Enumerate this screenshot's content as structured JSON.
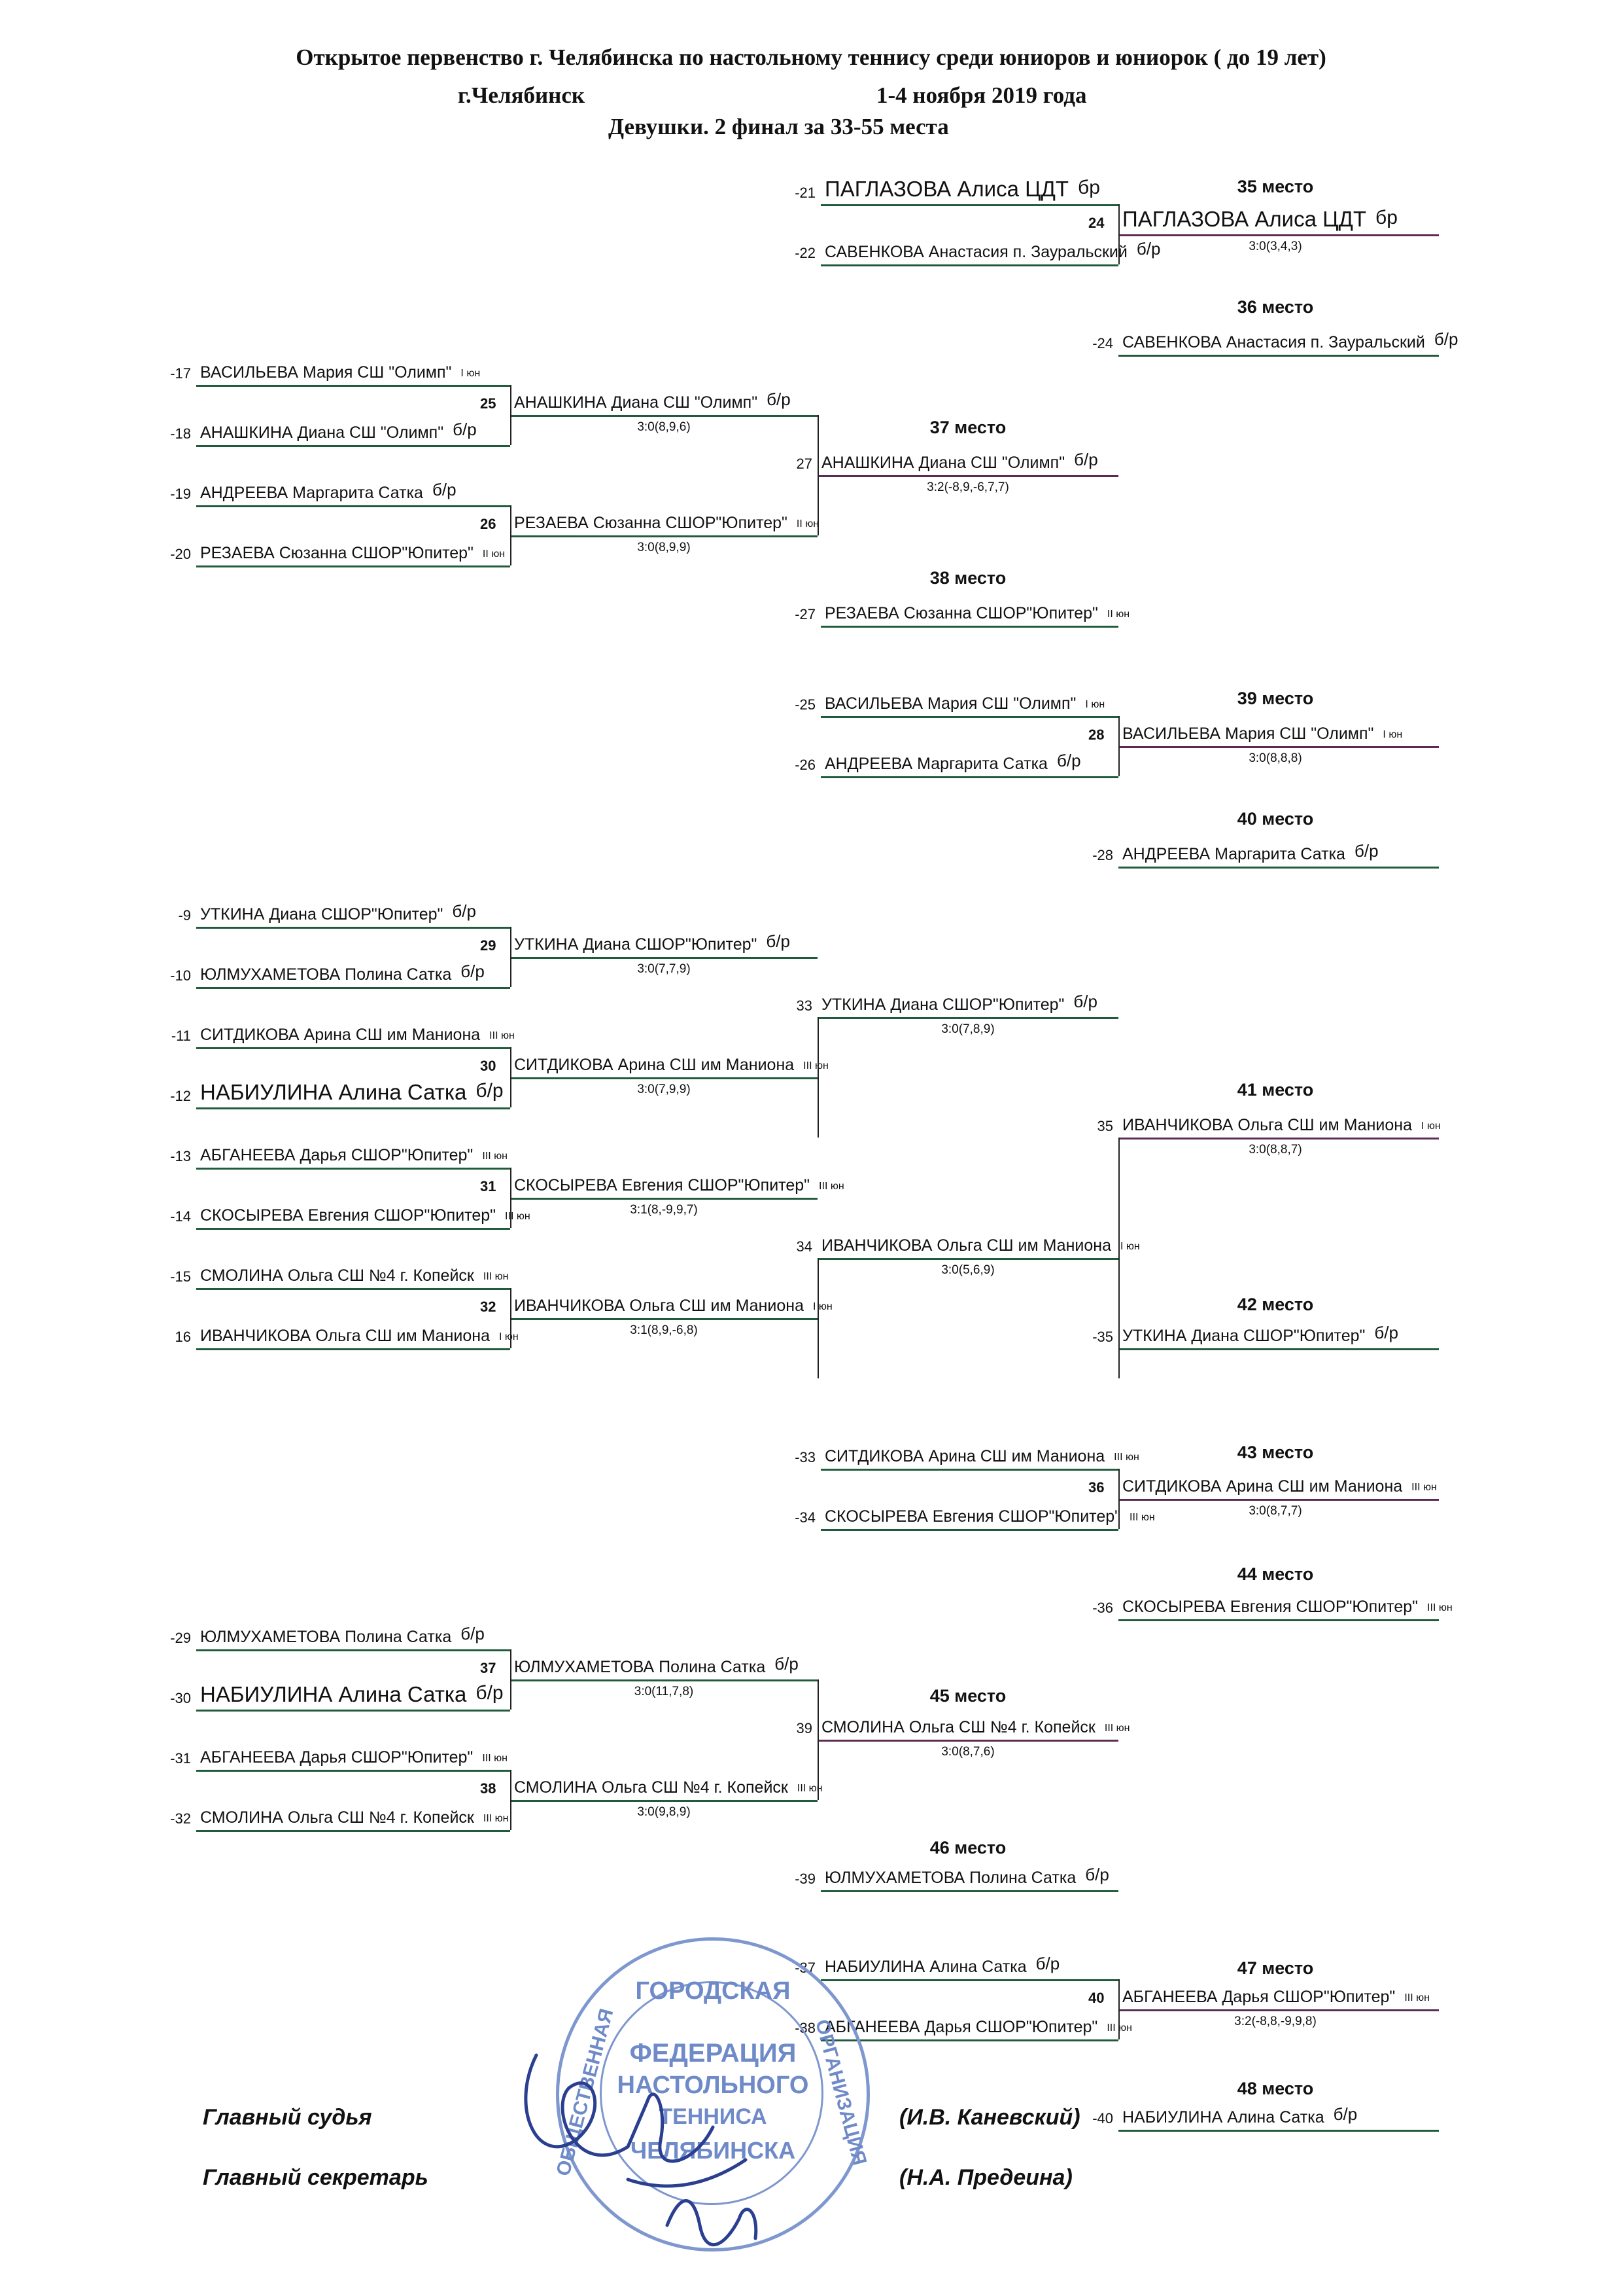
{
  "header": {
    "line1": "Открытое первенство г. Челябинска по настольному теннису среди юниоров и юниорок ( до 19 лет)",
    "city": "г.Челябинск",
    "dates": "1-4 ноября  2019 года",
    "line3": "Девушки. 2 финал за 33-55 места"
  },
  "slots": [
    {
      "seed": "-21",
      "name": "ПАГЛАЗОВА Алиса  ЦДТ",
      "cat": "бр",
      "big": true,
      "color": "#1f5b3c"
    },
    {
      "seed": "-22",
      "name": "САВЕНКОВА Анастасия  п. Зауральский",
      "cat": "б/р",
      "color": "#1f5b3c"
    },
    {
      "seed": "24",
      "name": "ПАГЛАЗОВА Алиса  ЦДТ",
      "cat": "бр",
      "big": true,
      "color": "#5b2a55"
    },
    {
      "seed": "-24",
      "name": "САВЕНКОВА Анастасия  п. Зауральский",
      "cat": "б/р",
      "color": "#1f5b3c"
    },
    {
      "seed": "-17",
      "name": "ВАСИЛЬЕВА Мария  СШ \"Олимп\"",
      "cat": "I юн",
      "color": "#1f5b3c"
    },
    {
      "seed": "25",
      "name": "АНАШКИНА Диана  СШ \"Олимп\"",
      "cat": "б/р",
      "color": "#1f5b3c"
    },
    {
      "seed": "-18",
      "name": "АНАШКИНА Диана  СШ \"Олимп\"",
      "cat": "б/р",
      "color": "#1f5b3c"
    },
    {
      "seed": "27",
      "name": "АНАШКИНА Диана  СШ \"Олимп\"",
      "cat": "б/р",
      "color": "#5b2a55"
    },
    {
      "seed": "-19",
      "name": "АНДРЕЕВА Маргарита  Сатка",
      "cat": "б/р",
      "color": "#1f5b3c"
    },
    {
      "seed": "26",
      "name": "РЕЗАЕВА Сюзанна  СШОР\"Юпитер\"",
      "cat": "II юн",
      "color": "#1f5b3c"
    },
    {
      "seed": "-20",
      "name": "РЕЗАЕВА Сюзанна  СШОР\"Юпитер\"",
      "cat": "II юн",
      "color": "#1f5b3c"
    },
    {
      "seed": "-27",
      "name": "РЕЗАЕВА Сюзанна  СШОР\"Юпитер\"",
      "cat": "II юн",
      "color": "#1f5b3c"
    },
    {
      "seed": "-25",
      "name": "ВАСИЛЬЕВА Мария  СШ \"Олимп\"",
      "cat": "I юн",
      "color": "#1f5b3c"
    },
    {
      "seed": "28",
      "name": "ВАСИЛЬЕВА Мария  СШ \"Олимп\"",
      "cat": "I юн",
      "color": "#5b2a55"
    },
    {
      "seed": "-26",
      "name": "АНДРЕЕВА Маргарита  Сатка",
      "cat": "б/р",
      "color": "#1f5b3c"
    },
    {
      "seed": "-28",
      "name": "АНДРЕЕВА Маргарита  Сатка",
      "cat": "б/р",
      "color": "#1f5b3c"
    },
    {
      "seed": "-9",
      "name": "УТКИНА Диана  СШОР\"Юпитер\"",
      "cat": "б/р",
      "color": "#1f5b3c"
    },
    {
      "seed": "29",
      "name": "УТКИНА Диана  СШОР\"Юпитер\"",
      "cat": "б/р",
      "color": "#1f5b3c"
    },
    {
      "seed": "-10",
      "name": "ЮЛМУХАМЕТОВА Полина  Сатка",
      "cat": "б/р",
      "color": "#1f5b3c"
    },
    {
      "seed": "33",
      "name": "УТКИНА Диана  СШОР\"Юпитер\"",
      "cat": "б/р",
      "color": "#1f5b3c"
    },
    {
      "seed": "-11",
      "name": "СИТДИКОВА Арина  СШ им Маниона",
      "cat": "III юн",
      "color": "#1f5b3c"
    },
    {
      "seed": "30",
      "name": "СИТДИКОВА Арина  СШ им Маниона",
      "cat": "III юн",
      "color": "#1f5b3c"
    },
    {
      "seed": "-12",
      "name": "НАБИУЛИНА Алина  Сатка",
      "cat": "б/р",
      "big": true,
      "color": "#1f5b3c"
    },
    {
      "seed": "35",
      "name": "ИВАНЧИКОВА Ольга  СШ им Маниона",
      "cat": "I юн",
      "color": "#5b2a55"
    },
    {
      "seed": "-13",
      "name": "АБГАНЕЕВА Дарья  СШОР\"Юпитер\"",
      "cat": "III юн",
      "color": "#1f5b3c"
    },
    {
      "seed": "31",
      "name": "СКОСЫРЕВА Евгения  СШОР\"Юпитер\"",
      "cat": "III юн",
      "color": "#1f5b3c"
    },
    {
      "seed": "-14",
      "name": "СКОСЫРЕВА Евгения  СШОР\"Юпитер\"",
      "cat": "III юн",
      "color": "#1f5b3c"
    },
    {
      "seed": "34",
      "name": "ИВАНЧИКОВА Ольга  СШ им Маниона",
      "cat": "I юн",
      "color": "#1f5b3c"
    },
    {
      "seed": "-15",
      "name": "СМОЛИНА Ольга  СШ №4 г. Копейск",
      "cat": "III юн",
      "color": "#1f5b3c"
    },
    {
      "seed": "32",
      "name": "ИВАНЧИКОВА Ольга  СШ им Маниона",
      "cat": "I юн",
      "color": "#1f5b3c"
    },
    {
      "seed": "16",
      "name": "ИВАНЧИКОВА Ольга  СШ им Маниона",
      "cat": "I юн",
      "color": "#1f5b3c"
    },
    {
      "seed": "-35",
      "name": "УТКИНА Диана  СШОР\"Юпитер\"",
      "cat": "б/р",
      "color": "#1f5b3c"
    },
    {
      "seed": "-33",
      "name": "СИТДИКОВА Арина  СШ им Маниона",
      "cat": "III юн",
      "color": "#1f5b3c"
    },
    {
      "seed": "36",
      "name": "СИТДИКОВА Арина  СШ им Маниона",
      "cat": "III юн",
      "color": "#5b2a55"
    },
    {
      "seed": "-34",
      "name": "СКОСЫРЕВА Евгения  СШОР\"Юпитер\"",
      "cat": "III юн",
      "color": "#1f5b3c"
    },
    {
      "seed": "-36",
      "name": "СКОСЫРЕВА Евгения  СШОР\"Юпитер\"",
      "cat": "III юн",
      "color": "#1f5b3c"
    },
    {
      "seed": "-29",
      "name": "ЮЛМУХАМЕТОВА Полина  Сатка",
      "cat": "б/р",
      "color": "#1f5b3c"
    },
    {
      "seed": "37",
      "name": "ЮЛМУХАМЕТОВА Полина  Сатка",
      "cat": "б/р",
      "color": "#1f5b3c"
    },
    {
      "seed": "-30",
      "name": "НАБИУЛИНА Алина  Сатка",
      "cat": "б/р",
      "big": true,
      "color": "#1f5b3c"
    },
    {
      "seed": "39",
      "name": "СМОЛИНА Ольга  СШ №4 г. Копейск",
      "cat": "III юн",
      "color": "#5b2a55"
    },
    {
      "seed": "-31",
      "name": "АБГАНЕЕВА Дарья  СШОР\"Юпитер\"",
      "cat": "III юн",
      "color": "#1f5b3c"
    },
    {
      "seed": "38",
      "name": "СМОЛИНА Ольга  СШ №4 г. Копейск",
      "cat": "III юн",
      "color": "#1f5b3c"
    },
    {
      "seed": "-32",
      "name": "СМОЛИНА Ольга  СШ №4 г. Копейск",
      "cat": "III юн",
      "color": "#1f5b3c"
    },
    {
      "seed": "-39",
      "name": "ЮЛМУХАМЕТОВА Полина  Сатка",
      "cat": "б/р",
      "color": "#1f5b3c"
    },
    {
      "seed": "-37",
      "name": "НАБИУЛИНА Алина  Сатка",
      "cat": "б/р",
      "color": "#1f5b3c"
    },
    {
      "seed": "40",
      "name": "АБГАНЕЕВА Дарья  СШОР\"Юпитер\"",
      "cat": "III юн",
      "color": "#5b2a55"
    },
    {
      "seed": "-38",
      "name": "АБГАНЕЕВА Дарья  СШОР\"Юпитер\"",
      "cat": "III юн",
      "color": "#1f5b3c"
    },
    {
      "seed": "-40",
      "name": "НАБИУЛИНА Алина  Сатка",
      "cat": "б/р",
      "color": "#1f5b3c"
    }
  ],
  "scores": [
    "3:0(3,4,3)",
    "3:0(8,9,6)",
    "3:2(-8,9,-6,7,7)",
    "3:0(8,9,9)",
    "3:0(8,8,8)",
    "3:0(7,7,9)",
    "3:0(7,8,9)",
    "3:0(7,9,9)",
    "3:0(8,8,7)",
    "3:1(8,-9,9,7)",
    "3:0(5,6,9)",
    "3:1(8,9,-6,8)",
    "3:0(8,7,7)",
    "3:0(11,7,8)",
    "3:0(8,7,6)",
    "3:0(9,8,9)",
    "3:2(-8,8,-9,9,8)"
  ],
  "places": [
    "35 место",
    "36 место",
    "37 место",
    "38 место",
    "39 место",
    "40 место",
    "41 место",
    "42 место",
    "43 место",
    "44 место",
    "45 место",
    "46 место",
    "47 место",
    "48 место"
  ],
  "signatures": {
    "chief_judge_label": "Главный судья",
    "chief_judge_name": "(И.В. Каневский)",
    "secretary_label": "Главный секретарь",
    "secretary_name": "(Н.А. Предеина)"
  },
  "stamp": {
    "top": "ГОРОДСКАЯ",
    "mid1": "ФЕДЕРАЦИЯ",
    "mid2": "НАСТОЛЬНОГО",
    "mid3": "ТЕННИСА",
    "bottom": "ЧЕЛЯБИНСКА",
    "left": "ОБЩЕСТВЕННАЯ",
    "right": "ОРГАНИЗАЦИЯ"
  }
}
